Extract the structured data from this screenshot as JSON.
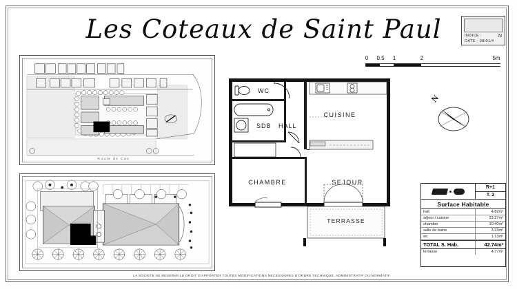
{
  "document": {
    "title": "Les Coteaux de Saint Paul",
    "disclaimer": "LA SOCIETE SE RESERVE LE DROIT D'APPORTER TOUTES MODIFICATIONS NECESSAIRES D'ORDRE TECHNIQUE, ADMINISTRATIF OU NORMATIF."
  },
  "indice_block": {
    "indice_label": "INDICE :",
    "indice_value": "",
    "date_label": "DATE :",
    "date_value": "08/01/#",
    "corner_mark": "N"
  },
  "scale": {
    "ticks": [
      "0",
      "0.5",
      "1",
      "2"
    ],
    "end_label": "5m",
    "unit": "m"
  },
  "compass": {
    "north_label": "N"
  },
  "site_plans": {
    "top_label": "",
    "bottom_label": ""
  },
  "floor_plan": {
    "rooms": [
      {
        "key": "wc",
        "label": "WC"
      },
      {
        "key": "sdb",
        "label": "SDB"
      },
      {
        "key": "hall",
        "label": "HALL"
      },
      {
        "key": "cuisine",
        "label": "CUISINE"
      },
      {
        "key": "chambre",
        "label": "CHAMBRE"
      },
      {
        "key": "sejour",
        "label": "SEJOUR"
      },
      {
        "key": "terrasse",
        "label": "TERRASSE"
      }
    ]
  },
  "surface_table": {
    "level": "R+1",
    "type": "T. 2",
    "title": "Surface Habitable",
    "rows": [
      {
        "name": "hall",
        "area": "4.82m²"
      },
      {
        "name": "séjour / cuisine",
        "area": "23.17m²"
      },
      {
        "name": "chambre",
        "area": "10.40m²"
      },
      {
        "name": "salle de bains",
        "area": "3.23m²"
      },
      {
        "name": "wc",
        "area": "1.13m²"
      }
    ],
    "total": {
      "name": "TOTAL S. Hab.",
      "area": "42.74m²"
    },
    "extra": {
      "name": "terrasse",
      "area": "4.77m²"
    }
  },
  "colors": {
    "ink": "#111111",
    "wall": "#111111",
    "paper": "#ffffff",
    "frame": "#6a6a6a"
  }
}
